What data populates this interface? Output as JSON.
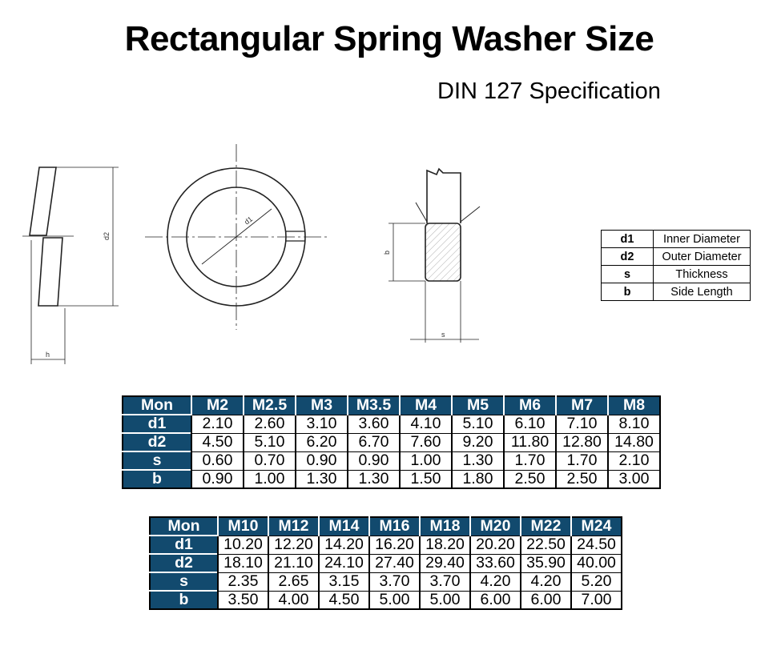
{
  "title": "Rectangular Spring Washer Size",
  "subtitle": "DIN 127 Specification",
  "drawing_labels": {
    "d2": "d2",
    "d1": "d1",
    "h": "h",
    "b": "b",
    "s": "s"
  },
  "legend": [
    {
      "symbol": "d1",
      "desc": "Inner Diameter"
    },
    {
      "symbol": "d2",
      "desc": "Outer Diameter"
    },
    {
      "symbol": "s",
      "desc": "Thickness"
    },
    {
      "symbol": "b",
      "desc": "Side Length"
    }
  ],
  "tables": [
    {
      "header": [
        "Mon",
        "M2",
        "M2.5",
        "M3",
        "M3.5",
        "M4",
        "M5",
        "M6",
        "M7",
        "M8"
      ],
      "rows": [
        [
          "d1",
          "2.10",
          "2.60",
          "3.10",
          "3.60",
          "4.10",
          "5.10",
          "6.10",
          "7.10",
          "8.10"
        ],
        [
          "d2",
          "4.50",
          "5.10",
          "6.20",
          "6.70",
          "7.60",
          "9.20",
          "11.80",
          "12.80",
          "14.80"
        ],
        [
          "s",
          "0.60",
          "0.70",
          "0.90",
          "0.90",
          "1.00",
          "1.30",
          "1.70",
          "1.70",
          "2.10"
        ],
        [
          "b",
          "0.90",
          "1.00",
          "1.30",
          "1.30",
          "1.50",
          "1.80",
          "2.50",
          "2.50",
          "3.00"
        ]
      ]
    },
    {
      "header": [
        "Mon",
        "M10",
        "M12",
        "M14",
        "M16",
        "M18",
        "M20",
        "M22",
        "M24"
      ],
      "rows": [
        [
          "d1",
          "10.20",
          "12.20",
          "14.20",
          "16.20",
          "18.20",
          "20.20",
          "22.50",
          "24.50"
        ],
        [
          "d2",
          "18.10",
          "21.10",
          "24.10",
          "27.40",
          "29.40",
          "33.60",
          "35.90",
          "40.00"
        ],
        [
          "s",
          "2.35",
          "2.65",
          "3.15",
          "3.70",
          "3.70",
          "4.20",
          "4.20",
          "5.20"
        ],
        [
          "b",
          "3.50",
          "4.00",
          "4.50",
          "5.00",
          "5.00",
          "6.00",
          "6.00",
          "7.00"
        ]
      ]
    }
  ]
}
